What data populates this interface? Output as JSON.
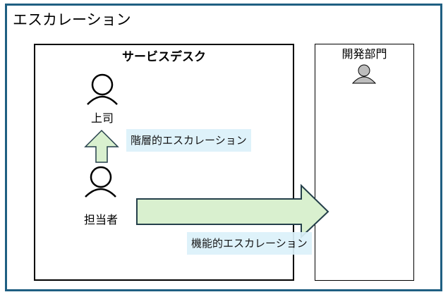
{
  "diagram": {
    "title": "エスカレーション",
    "service_desk": {
      "title": "サービスデスク",
      "supervisor": {
        "label": "上司",
        "icon": "person-outline-icon"
      },
      "staff": {
        "label": "担当者",
        "icon": "person-outline-icon"
      }
    },
    "dev_department": {
      "title": "開発部門",
      "icon": "person-filled-icon"
    },
    "hierarchical_escalation": {
      "label": "階層的エスカレーション",
      "direction": "up"
    },
    "functional_escalation": {
      "label": "機能的エスカレーション",
      "direction": "right"
    }
  },
  "colors": {
    "frame_border": "#1f5f82",
    "arrow_fill": "#d9f0cf",
    "arrow_stroke": "#243f4a",
    "callout_fill": "#dcf1fa",
    "dev_person_fill": "#bdbdbd"
  }
}
